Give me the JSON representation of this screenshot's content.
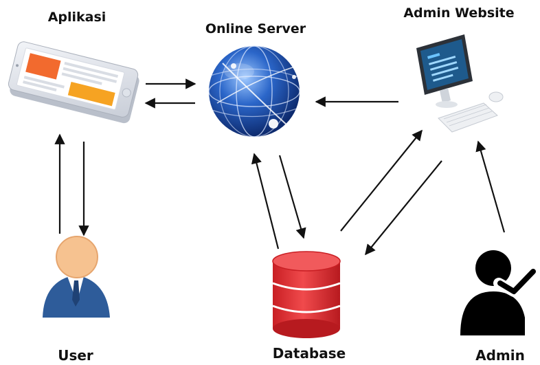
{
  "nodes": {
    "aplikasi": {
      "label": "Aplikasi",
      "icon": "smartphone-app-icon"
    },
    "online_server": {
      "label": "Online Server",
      "icon": "globe-icon"
    },
    "admin_website": {
      "label": "Admin Website",
      "icon": "desktop-computer-icon"
    },
    "user": {
      "label": "User",
      "icon": "user-person-icon"
    },
    "database": {
      "label": "Database",
      "icon": "database-cylinder-icon"
    },
    "admin": {
      "label": "Admin",
      "icon": "admin-user-check-icon"
    }
  },
  "connections": [
    {
      "from": "aplikasi",
      "to": "online_server"
    },
    {
      "from": "online_server",
      "to": "aplikasi"
    },
    {
      "from": "admin_website",
      "to": "online_server"
    },
    {
      "from": "user",
      "to": "aplikasi"
    },
    {
      "from": "aplikasi",
      "to": "user"
    },
    {
      "from": "database",
      "to": "online_server"
    },
    {
      "from": "online_server",
      "to": "database"
    },
    {
      "from": "database",
      "to": "admin_website"
    },
    {
      "from": "admin_website",
      "to": "database"
    },
    {
      "from": "admin",
      "to": "admin_website"
    }
  ],
  "colors": {
    "arrow": "#111111",
    "database_red": "#e8373a",
    "user_suit": "#2e5c9a",
    "user_skin": "#f6c290",
    "phone_orange": "#f26a2e",
    "phone_yellow": "#f6a322",
    "globe_blue": "#1f4fa8"
  }
}
